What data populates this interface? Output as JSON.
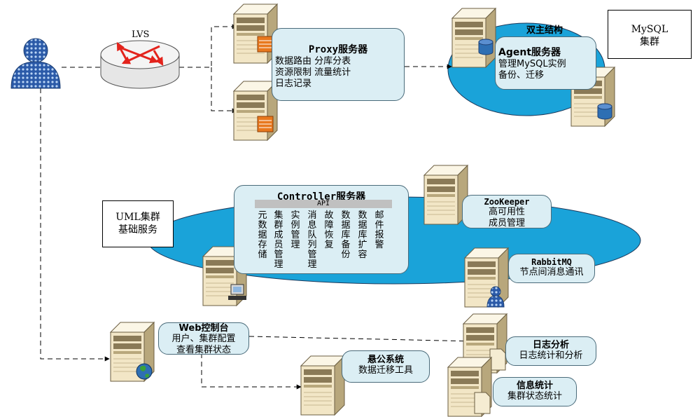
{
  "lvs": {
    "label": "LVS"
  },
  "proxy": {
    "title": "Proxy服务器",
    "lines": [
      "数据路由 分库分表",
      "资源限制 流量统计",
      "日志记录"
    ]
  },
  "dual_master": {
    "label": "双主结构"
  },
  "agent": {
    "title": "Agent服务器",
    "lines": [
      "管理MySQL实例",
      "备份、迁移"
    ]
  },
  "mysql_cluster": {
    "lines": [
      "MySQL",
      "集群"
    ]
  },
  "uml_cluster": {
    "lines": [
      "UML集群",
      "基础服务"
    ]
  },
  "controller": {
    "title": "Controller服务器",
    "api": "API",
    "columns": [
      "元数据存储",
      "集群成员管理",
      "实例管理",
      "消息队列管理",
      "故障恢复",
      "数据库备份",
      "数据库扩容",
      "邮件报警"
    ]
  },
  "zookeeper": {
    "title": "ZooKeeper",
    "lines": [
      "高可用性",
      "成员管理"
    ]
  },
  "rabbitmq": {
    "title": "RabbitMQ",
    "lines": [
      "节点间消息通讯"
    ]
  },
  "web": {
    "title": "Web控制台",
    "lines": [
      "用户、集群配置",
      "查看集群状态"
    ]
  },
  "migration": {
    "title": "悬公系统",
    "lines": [
      "数据迁移工具"
    ]
  },
  "log": {
    "title": "日志分析",
    "lines": [
      "日志统计和分析"
    ]
  },
  "stats": {
    "title": "信息统计",
    "lines": [
      "集群状态统计"
    ]
  },
  "colors": {
    "box_fill": "#dbeef4",
    "box_border": "#4a6b7a",
    "ellipse_fill": "#1aa3d9",
    "server_light": "#f2e6c6",
    "server_dark": "#8a7a57",
    "user_blue": "#2b5aa8",
    "disk_blue": "#2e6fb3",
    "orange": "#e8781e",
    "arrow_red": "#e3231c"
  },
  "icons": [
    "user-icon",
    "router-icon",
    "server-icon",
    "database-icon",
    "globe-icon",
    "computer-icon",
    "document-icon"
  ]
}
